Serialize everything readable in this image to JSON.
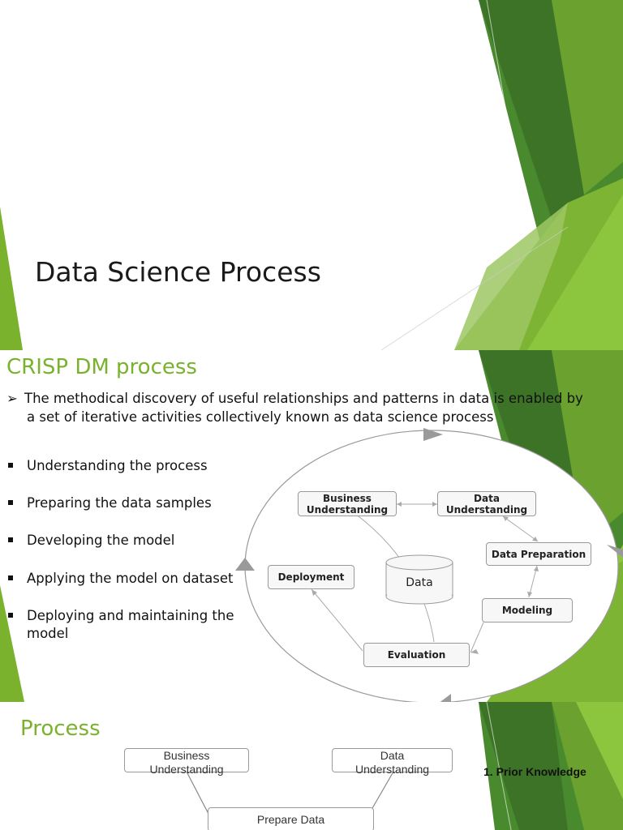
{
  "slide1": {
    "title": "Data Science Process"
  },
  "slide2": {
    "title": "CRISP DM process",
    "intro_line1": "The methodical discovery of useful relationships and patterns in data is enabled by",
    "intro_line2": "a set of iterative activities collectively known as data science process",
    "bullets": [
      "Understanding the process",
      "Preparing the data samples",
      "Developing the model",
      "Applying the model on dataset",
      "Deploying and maintaining the",
      "model"
    ],
    "diagram": {
      "business_line1": "Business",
      "business_line2": "Understanding",
      "data_und_line1": "Data",
      "data_und_line2": "Understanding",
      "data_preparation": "Data Preparation",
      "deployment": "Deployment",
      "data": "Data",
      "modeling": "Modeling",
      "evaluation": "Evaluation"
    }
  },
  "slide3": {
    "title": "Process",
    "business_line1": "Business",
    "business_line2": "Understanding",
    "data_line1": "Data",
    "data_line2": "Understanding",
    "prepare": "Prepare Data",
    "prior": "1. Prior Knowledge"
  },
  "colors": {
    "accent_green": "#7ab22e",
    "dark_green": "#3f7a2a",
    "light_green": "#8cc63f"
  }
}
